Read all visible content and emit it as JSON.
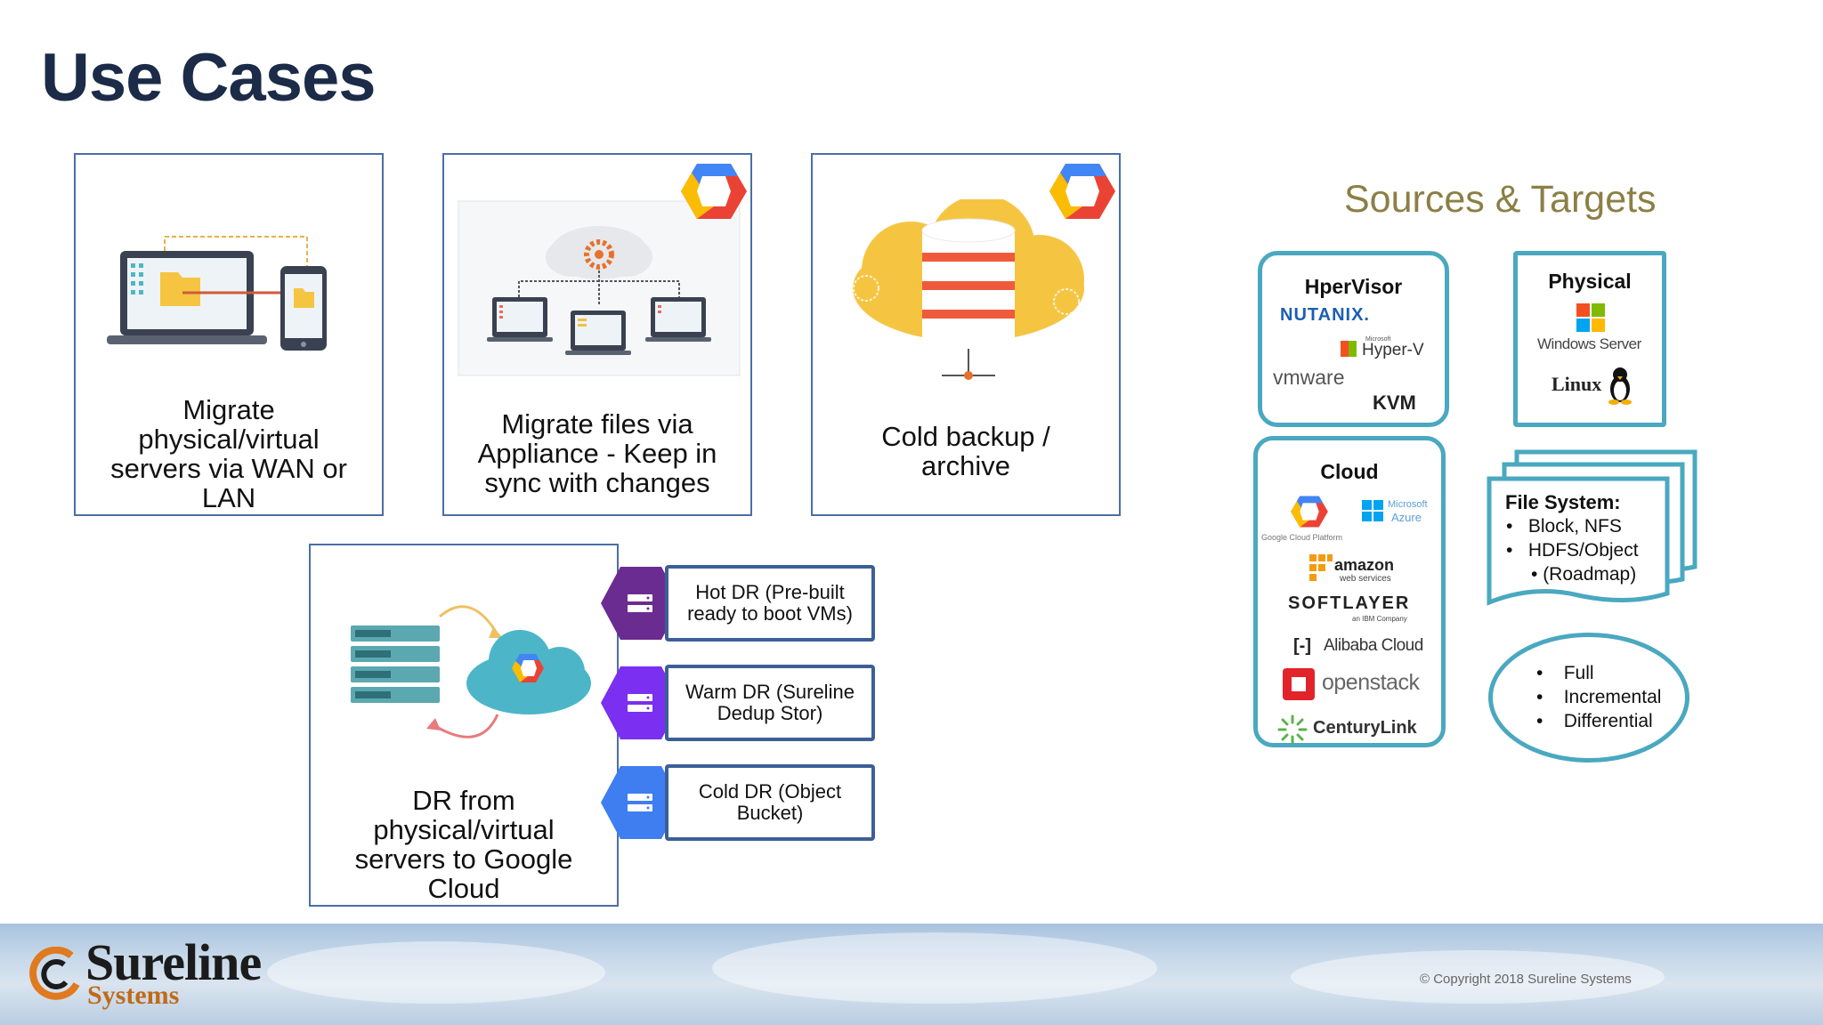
{
  "title": "Use Cases",
  "cards": {
    "migrate_servers": "Migrate physical/virtual servers via WAN or LAN",
    "migrate_files": "Migrate files via Appliance - Keep in sync with changes",
    "cold_backup": "Cold backup / archive",
    "dr": "DR from physical/virtual servers to Google Cloud"
  },
  "dr_options": [
    {
      "label": "Hot DR (Pre-built ready to boot VMs)",
      "color": "#6b2c91"
    },
    {
      "label": "Warm DR (Sureline Dedup Stor)",
      "color": "#7b2ff0"
    },
    {
      "label": "Cold DR (Object Bucket)",
      "color": "#3f7ef0"
    }
  ],
  "sources_targets": {
    "title": "Sources & Targets",
    "hypervisor": {
      "heading": "HperVisor",
      "logos": [
        "NUTANIX.",
        "Microsoft",
        "Hyper-V",
        "vmware",
        "KVM"
      ]
    },
    "physical": {
      "heading": "Physical",
      "logos": [
        "Windows Server",
        "Linux"
      ]
    },
    "cloud": {
      "heading": "Cloud",
      "logos": [
        "Google Cloud Platform",
        "Microsoft",
        "Azure",
        "amazon",
        "web services",
        "SOFTLAYER",
        "an IBM Company",
        "Alibaba Cloud",
        "openstack",
        "CenturyLink"
      ]
    },
    "file_system": {
      "heading": "File System:",
      "items": [
        "Block, NFS",
        "HDFS/Object"
      ],
      "subitem": "(Roadmap)"
    },
    "backup_types": [
      "Full",
      "Incremental",
      "Differential"
    ]
  },
  "footer": {
    "brand": "Sureline",
    "brand_sub": "Systems",
    "copyright": "© Copyright 2018 Sureline Systems"
  },
  "colors": {
    "title": "#1b2b48",
    "card_border": "#4a6fa5",
    "panel_border": "#4aa8c0",
    "accent_gold": "#8c7f45"
  }
}
